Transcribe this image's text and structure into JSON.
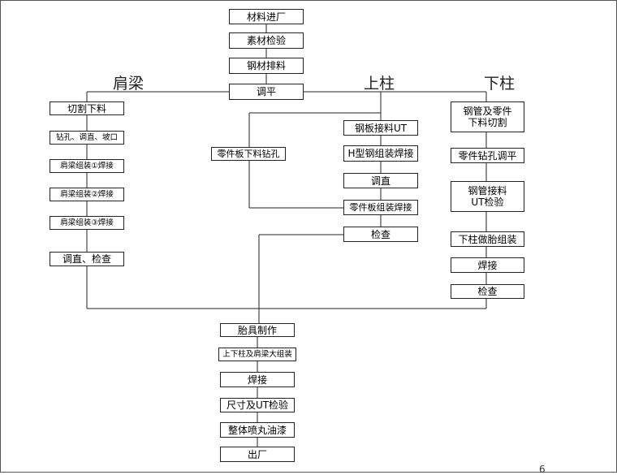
{
  "headings": {
    "shoulder_beam": "肩梁",
    "upper_column": "上柱",
    "lower_column": "下柱"
  },
  "main_flow": {
    "material_entry": "材料进厂",
    "material_inspection": "素材检验",
    "steel_layout": "钢材排料",
    "leveling": "调平"
  },
  "shoulder_beam": {
    "cutting": "切割下料",
    "drilling": "钻孔、调直、坡口",
    "assembly_weld_1": "肩梁组装①焊接",
    "assembly_weld_2": "肩梁组装②焊接",
    "assembly_weld_3": "肩梁组装③焊接",
    "straighten_inspect": "调直、检查"
  },
  "upper_column": {
    "part_plate_drilling": "零件板下料钻孔",
    "plate_splice_ut": "钢板接料UT",
    "h_beam_weld": "H型钢组装焊接",
    "straighten": "调直",
    "part_plate_weld": "零件板组装焊接",
    "inspect": "检查"
  },
  "lower_column": {
    "pipe_parts_cutting": "钢管及零件\n下料切割",
    "part_drill_level": "零件钻孔调平",
    "pipe_splice_ut": "钢管接料\nUT检验",
    "jig_assembly": "下柱做胎组装",
    "welding": "焊接",
    "inspect": "检查"
  },
  "final_flow": {
    "jig_making": "胎具制作",
    "big_assembly": "上下柱及肩梁大组装",
    "welding": "焊接",
    "dimension_ut": "尺寸及UT检验",
    "shot_blast_paint": "整体喷丸油漆",
    "shipment": "出厂"
  },
  "page_number": "6",
  "colors": {
    "line": "#222222",
    "border": "#222222",
    "background": "#ffffff"
  }
}
